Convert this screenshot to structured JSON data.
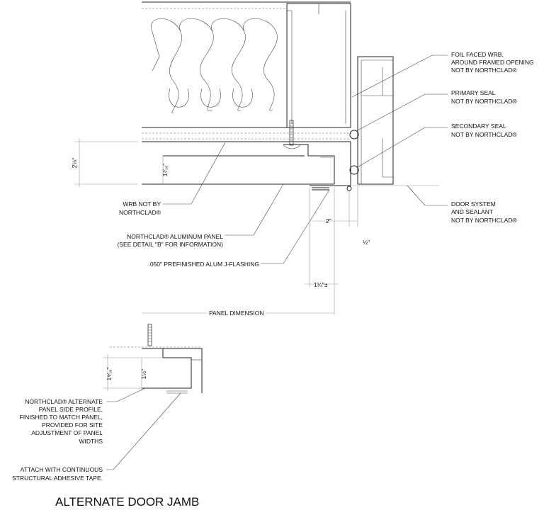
{
  "notes": {
    "foil_wrb": [
      "FOIL FACED WRB,",
      "AROUND FRAMED OPENING",
      "NOT BY NORTHCLAD®"
    ],
    "primary_seal": [
      "PRIMARY SEAL",
      "NOT BY NORTHCLAD®"
    ],
    "secondary_seal": [
      "SECONDARY SEAL",
      "NOT BY NORTHCLAD®"
    ],
    "door_system": [
      "DOOR SYSTEM",
      "AND SEALANT",
      "NOT BY NORTHCLAD®"
    ],
    "wrb": [
      "WRB NOT BY",
      "NORTHCLAD®"
    ],
    "panel": [
      "NORTHCLAD® ALUMINUM PANEL",
      "(SEE DETAIL \"B\" FOR INFORMATION)"
    ],
    "j_flashing": ".050\" PREFINISHED ALUM J-FLASHING",
    "alt_profile": [
      "NORTHCLAD® ALTERNATE",
      "PANEL SIDE PROFILE,",
      "FINISHED TO MATCH PANEL,",
      "PROVIDED FOR SITE",
      "ADJUSTMENT OF PANEL",
      "WIDTHS"
    ],
    "adhesive": [
      "ATTACH WITH CONTINUOUS",
      "STRUCTURAL ADHESIVE TAPE."
    ]
  },
  "dimensions": {
    "d_2_1_8": "2⅛\"",
    "d_1_7_16": "1⁷⁄₁₆\"",
    "d_2": "2\"",
    "d_1_2": "½\"",
    "d_1_1_4": "1¼\"±",
    "panel_dimension": "PANEL DIMENSION",
    "d_1_9_16": "1⁹⁄₁₆\"",
    "d_1_1_2": "1½\""
  },
  "title": "ALTERNATE DOOR JAMB"
}
